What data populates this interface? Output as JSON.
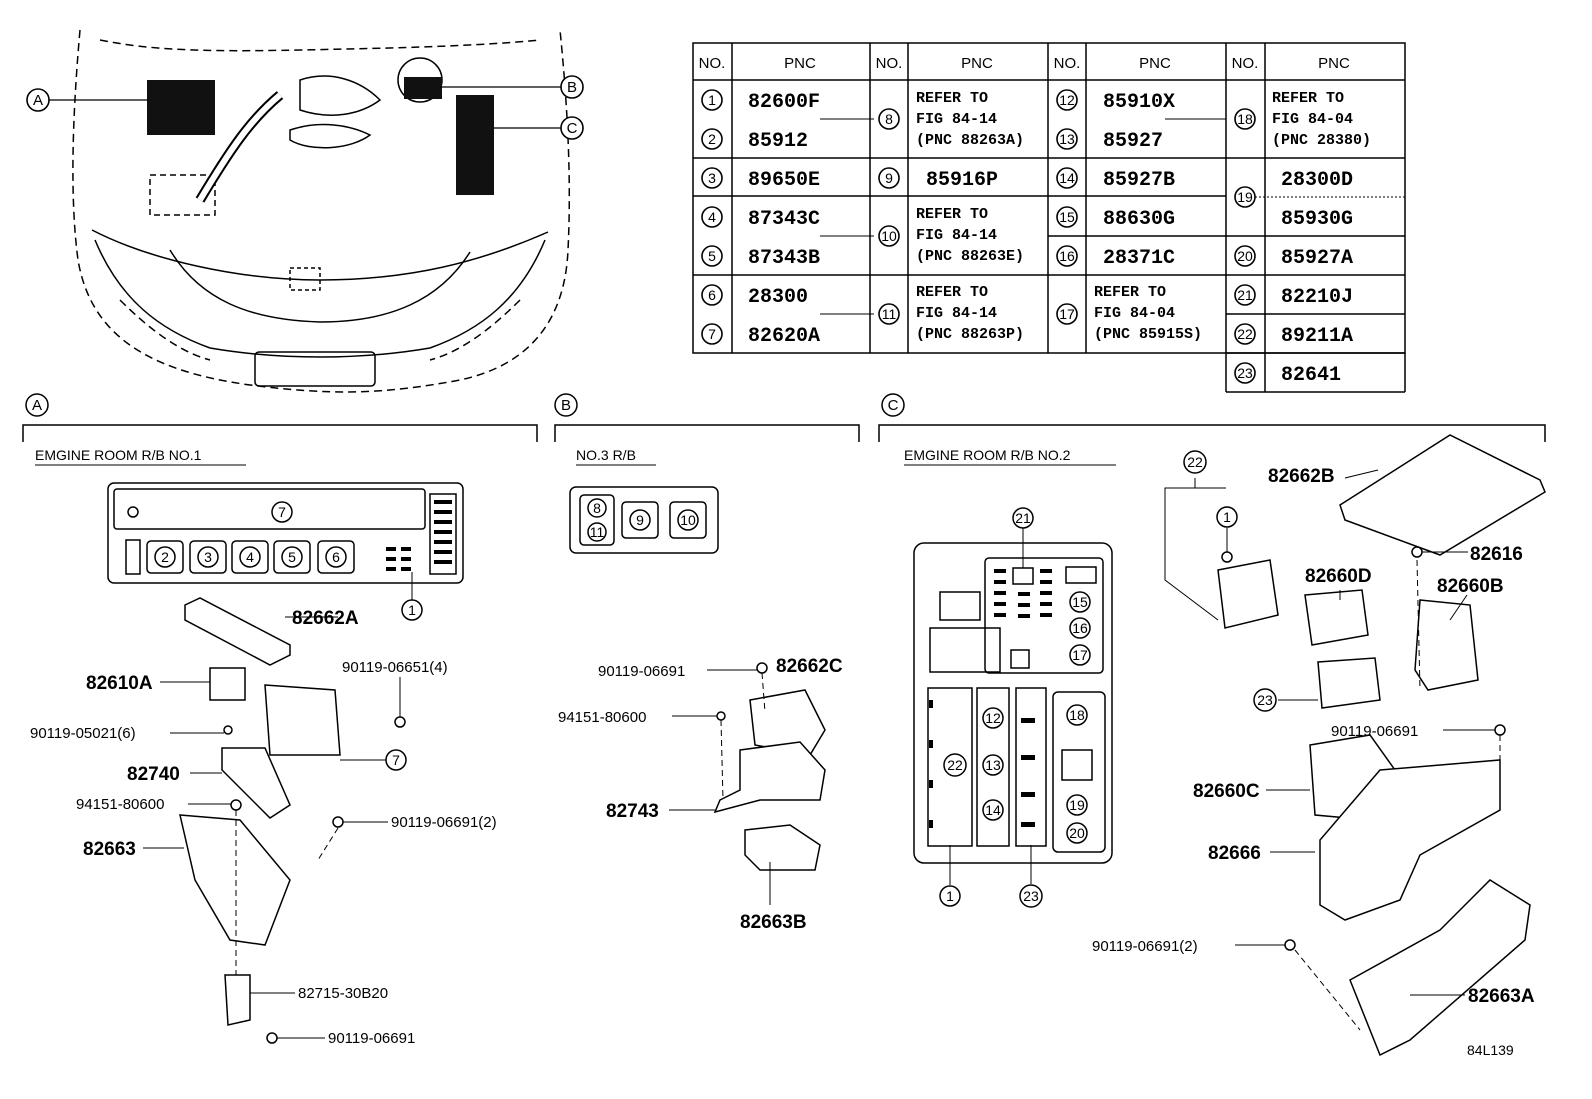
{
  "table": {
    "headers": [
      "NO.",
      "PNC",
      "NO.",
      "PNC",
      "NO.",
      "PNC",
      "NO.",
      "PNC"
    ],
    "col1": [
      {
        "no": "1",
        "pnc": "82600F"
      },
      {
        "no": "2",
        "pnc": "85912"
      },
      {
        "no": "3",
        "pnc": "89650E"
      },
      {
        "no": "4",
        "pnc": "87343C"
      },
      {
        "no": "5",
        "pnc": "87343B"
      },
      {
        "no": "6",
        "pnc": "28300"
      },
      {
        "no": "7",
        "pnc": "82620A"
      }
    ],
    "col2": [
      {
        "no": "8",
        "lines": [
          "REFER TO",
          "FIG 84-14",
          "(PNC 88263A)"
        ]
      },
      {
        "no": "9",
        "lines": [
          "85916P"
        ]
      },
      {
        "no": "10",
        "lines": [
          "REFER TO",
          "FIG 84-14",
          "(PNC 88263E)"
        ]
      },
      {
        "no": "11",
        "lines": [
          "REFER TO",
          "FIG 84-14",
          "(PNC 88263P)"
        ]
      }
    ],
    "col3": [
      {
        "no": "12",
        "pnc": "85910X"
      },
      {
        "no": "13",
        "pnc": "85927"
      },
      {
        "no": "14",
        "pnc": "85927B"
      },
      {
        "no": "15",
        "pnc": "88630G"
      },
      {
        "no": "16",
        "pnc": "28371C"
      },
      {
        "no": "17",
        "lines": [
          "REFER TO",
          "FIG 84-04",
          "(PNC 85915S)"
        ]
      }
    ],
    "col4": [
      {
        "no": "18",
        "lines": [
          "REFER TO",
          "FIG 84-04",
          "(PNC 28380)"
        ]
      },
      {
        "no": "19",
        "pncs": [
          "28300D",
          "85930G"
        ]
      },
      {
        "no": "20",
        "pnc": "85927A"
      },
      {
        "no": "21",
        "pnc": "82210J"
      },
      {
        "no": "22",
        "pnc": "89211A"
      },
      {
        "no": "23",
        "pnc": "82641"
      }
    ]
  },
  "callouts": {
    "a": "A",
    "b": "B",
    "c": "C"
  },
  "sections": {
    "a": {
      "title": "EMGINE ROOM R/B NO.1"
    },
    "b": {
      "title": "NO.3 R/B"
    },
    "c": {
      "title": "EMGINE ROOM R/B NO.2"
    }
  },
  "parts": {
    "p82662A": "82662A",
    "p82610A": "82610A",
    "p90119_06651_4": "90119-06651(4)",
    "p90119_05021_6": "90119-05021(6)",
    "p82740": "82740",
    "p94151_80600_a": "94151-80600",
    "p82663": "82663",
    "p90119_06691_2a": "90119-06691(2)",
    "p82715": "82715-30B20",
    "p90119_06691_a": "90119-06691",
    "p90119_06691_b": "90119-06691",
    "p82662C": "82662C",
    "p94151_80600_b": "94151-80600",
    "p82743": "82743",
    "p82663B": "82663B",
    "p82662B": "82662B",
    "p82616": "82616",
    "p82660D": "82660D",
    "p82660B": "82660B",
    "p90119_06691_c": "90119-06691",
    "p82660C": "82660C",
    "p82666": "82666",
    "p90119_06691_2b": "90119-06691(2)",
    "p82663A": "82663A"
  },
  "diagram_code": "84L139"
}
